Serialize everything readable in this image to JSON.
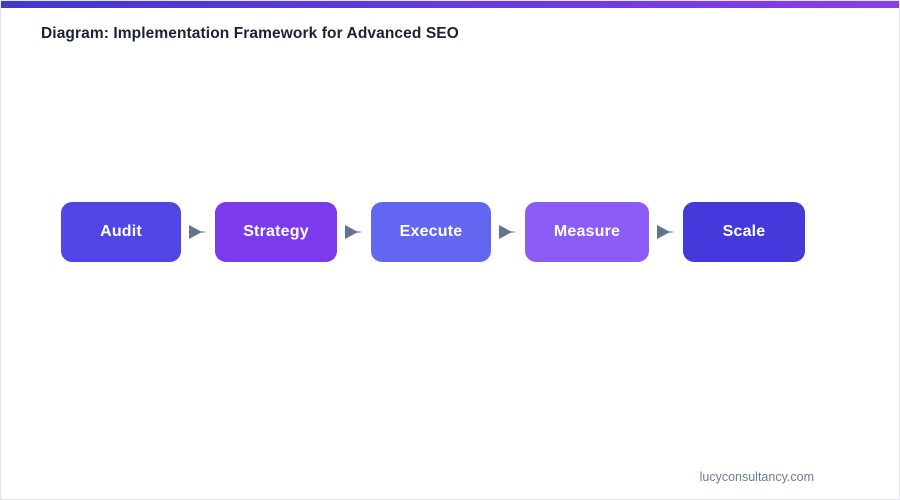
{
  "accent_bar": {
    "gradient_from": "#4338ca",
    "gradient_to": "#8b3ced"
  },
  "header": {
    "title": "Diagram: Implementation Framework for Advanced SEO",
    "title_color": "#1b2238"
  },
  "diagram": {
    "type": "horizontal-flow",
    "arrow_color": "#64748b",
    "arrow_icon": "triangle-right-icon",
    "node_text_color": "#ffffff",
    "nodes": [
      {
        "label": "Audit",
        "color": "#4f46e5",
        "width": 120
      },
      {
        "label": "Strategy",
        "color": "#7c3aed",
        "width": 122
      },
      {
        "label": "Execute",
        "color": "#6366f1",
        "width": 120
      },
      {
        "label": "Measure",
        "color": "#8b5cf6",
        "width": 124
      },
      {
        "label": "Scale",
        "color": "#4539db",
        "width": 122
      }
    ]
  },
  "footer": {
    "source": "lucyconsultancy.com",
    "color": "#6f7c95"
  }
}
